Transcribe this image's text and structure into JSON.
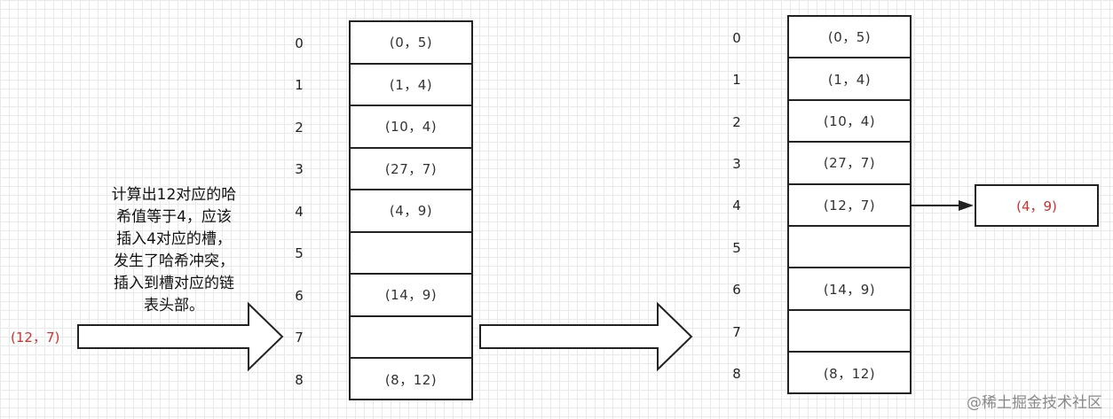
{
  "before": {
    "indices": [
      "0",
      "1",
      "2",
      "3",
      "4",
      "5",
      "6",
      "7",
      "8"
    ],
    "slots": [
      "(0，5)",
      "(1，4)",
      "(10，4)",
      "(27，7)",
      "(4，9)",
      "",
      "(14，9)",
      "",
      "(8，12)"
    ]
  },
  "after": {
    "indices": [
      "0",
      "1",
      "2",
      "3",
      "4",
      "5",
      "6",
      "7",
      "8"
    ],
    "slots": [
      "(0，5)",
      "(1，4)",
      "(10，4)",
      "(27，7)",
      "(12，7)",
      "",
      "(14，9)",
      "",
      "(8，12)"
    ],
    "chain_node": "(4，9)"
  },
  "input_pair": "(12，7)",
  "note": "计算出12对应的哈\n希值等于4，应该\n插入4对应的槽，\n发生了哈希冲突，\n插入到槽对应的链\n表头部。",
  "watermark": "@稀土掘金技术社区",
  "colors": {
    "highlight": "#d32f2f",
    "line": "#222222"
  }
}
